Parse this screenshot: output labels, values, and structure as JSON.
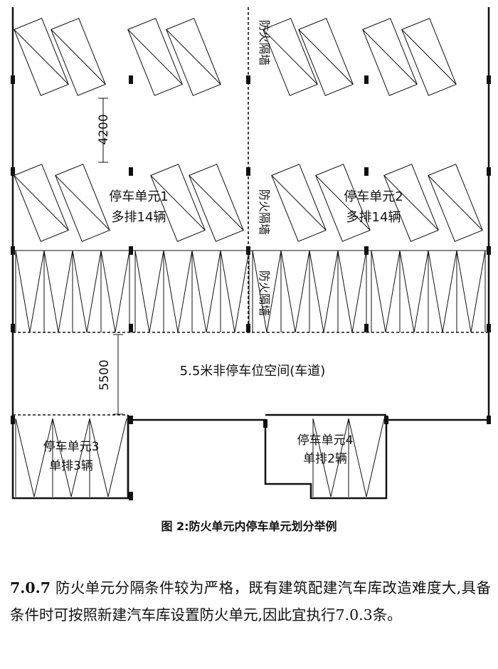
{
  "diagram": {
    "firewall_label": "防火隔墙",
    "dim_4200": "4200",
    "dim_5500": "5500",
    "aisle_label": "5.5米非停车位空间(车道)",
    "unit1": {
      "name": "停车单元1",
      "desc": "多排14辆"
    },
    "unit2": {
      "name": "停车单元2",
      "desc": "多排14辆"
    },
    "unit3": {
      "name": "停车单元3",
      "desc": "单排3辆"
    },
    "unit4": {
      "name": "停车单元4",
      "desc": "单排2辆"
    }
  },
  "caption": "图 2:防火单元内停车单元划分举例",
  "clause": {
    "number": "7.0.7",
    "text": " 防火单元分隔条件较为严格，既有建筑配建汽车库改造难度大,具备条件时可按照新建汽车库设置防火单元,因此宜执行7.0.3条。"
  },
  "colors": {
    "line": "#111111",
    "background": "#ffffff"
  }
}
